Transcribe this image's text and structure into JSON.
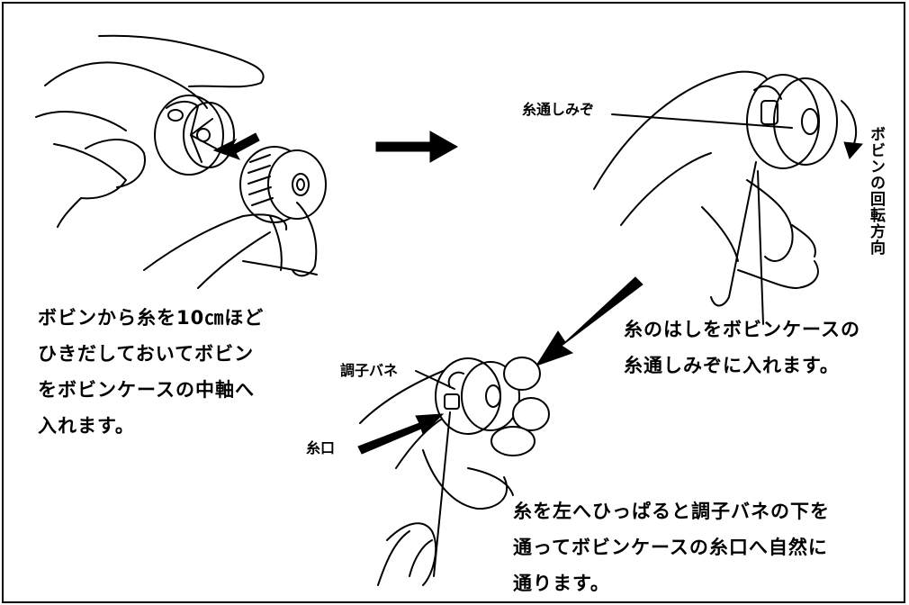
{
  "step1": {
    "caption": "ボビンから糸を10㎝ほど\nひきだしておいてボビン\nをボビンケースの中軸へ\n入れます。"
  },
  "step2": {
    "label_groove": "糸通しみぞ",
    "label_rotation": "ボビンの回転方向",
    "caption": "糸のはしをボビンケースの\n糸通しみぞに入れます。"
  },
  "step3": {
    "label_spring": "調子バネ",
    "label_thread_hole": "糸口",
    "caption": "糸を左へひっぱると調子バネの下を\n通ってボビンケースの糸口へ自然に\n通ります。"
  }
}
